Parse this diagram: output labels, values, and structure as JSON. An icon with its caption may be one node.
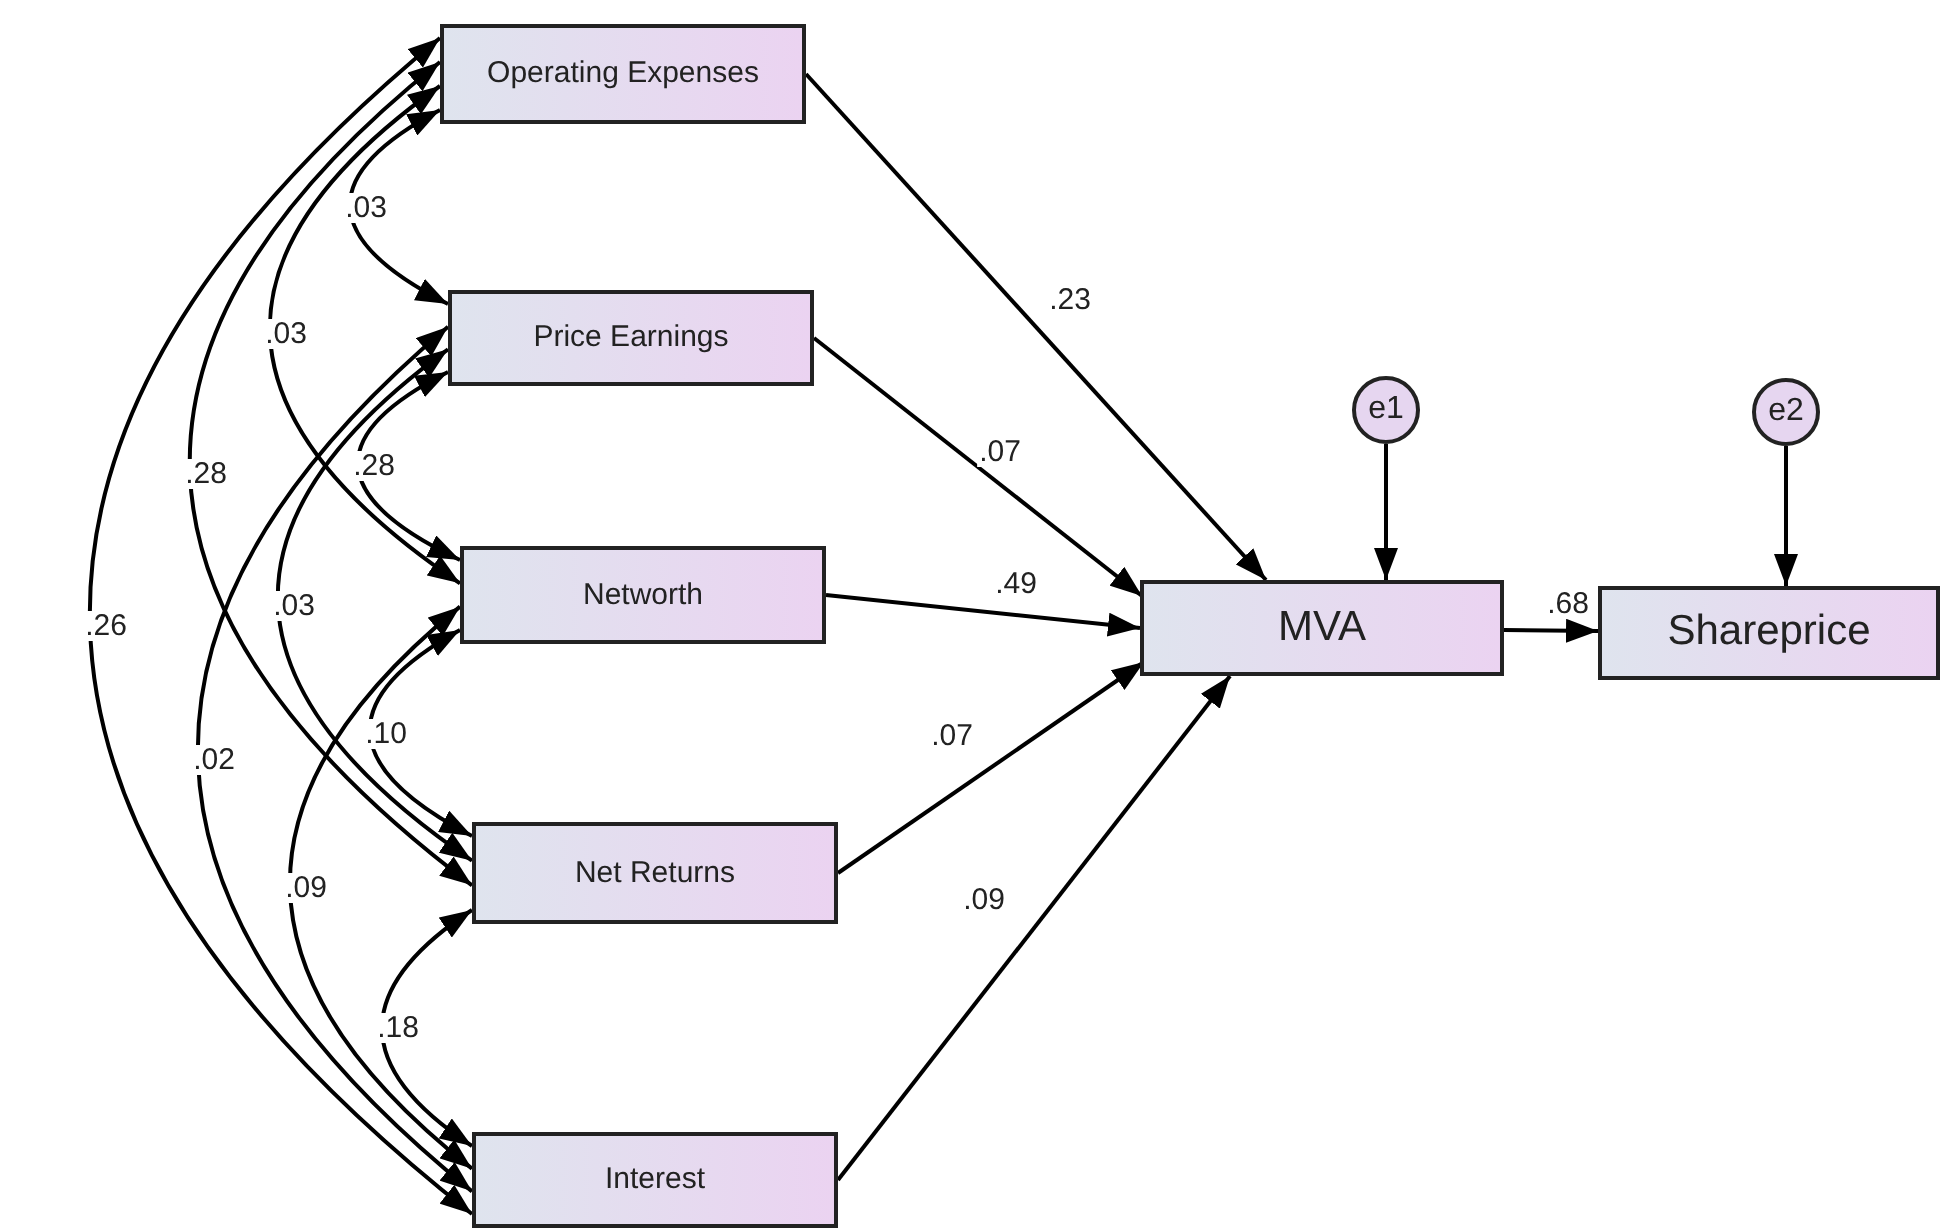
{
  "diagram": {
    "nodes": [
      {
        "text": [
          "Operating Expenses"
        ]
      },
      {
        "text": [
          "Price Earnings"
        ]
      },
      {
        "text": [
          "Networth"
        ]
      },
      {
        "text": [
          "Net Returns"
        ]
      },
      {
        "text": [
          "Interest"
        ]
      },
      {
        "text": [
          "MVA"
        ]
      },
      {
        "text": [
          "Shareprice"
        ]
      },
      {
        "text": [
          "e1"
        ]
      },
      {
        "text": [
          "e2"
        ]
      }
    ],
    "edges": [
      {
        "from": 0,
        "to": 1,
        "arrow": "both",
        "label": ".03"
      },
      {
        "from": 0,
        "to": 2,
        "arrow": "both",
        "label": ".03"
      },
      {
        "from": 0,
        "to": 3,
        "arrow": "both",
        "label": ".28"
      },
      {
        "from": 0,
        "to": 4,
        "arrow": "both",
        "label": ".26"
      },
      {
        "from": 1,
        "to": 2,
        "arrow": "both",
        "label": ".28"
      },
      {
        "from": 1,
        "to": 3,
        "arrow": "both",
        "label": ".03"
      },
      {
        "from": 1,
        "to": 4,
        "arrow": "both",
        "label": ".02"
      },
      {
        "from": 2,
        "to": 3,
        "arrow": "both",
        "label": ".10"
      },
      {
        "from": 2,
        "to": 4,
        "arrow": "both",
        "label": ".09"
      },
      {
        "from": 3,
        "to": 4,
        "arrow": "both",
        "label": ".18"
      },
      {
        "from": 0,
        "to": 5,
        "arrow": "to",
        "label": ".23"
      },
      {
        "from": 1,
        "to": 5,
        "arrow": "to",
        "label": ".07"
      },
      {
        "from": 2,
        "to": 5,
        "arrow": "to",
        "label": ".49"
      },
      {
        "from": 3,
        "to": 5,
        "arrow": "to",
        "label": ".07"
      },
      {
        "from": 4,
        "to": 5,
        "arrow": "to",
        "label": ".09"
      },
      {
        "from": 7,
        "to": 5,
        "arrow": "to"
      },
      {
        "from": 5,
        "to": 6,
        "arrow": "to",
        "label": ".68"
      },
      {
        "from": 8,
        "to": 6,
        "arrow": "to"
      }
    ]
  }
}
